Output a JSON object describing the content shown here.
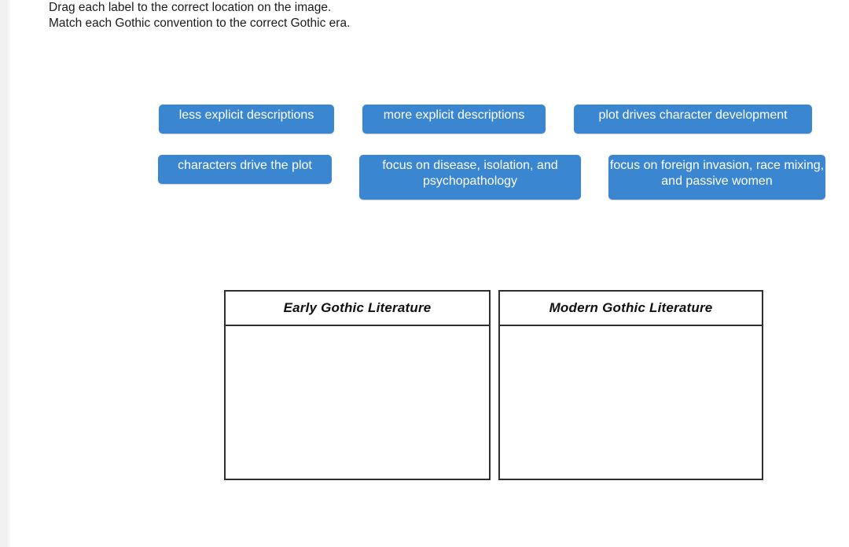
{
  "instructions": {
    "drag": "Drag each label to the correct location on the image.",
    "match": "Match each Gothic convention to the correct Gothic era."
  },
  "colors": {
    "label_blue": "#3a86d0",
    "label_text": "#ffffff",
    "box_border": "#2f2f2f",
    "page_background": "#ffffff",
    "instruction_text": "#1b1b1b"
  },
  "labels": [
    {
      "id": "less-explicit",
      "text": "less explicit descriptions"
    },
    {
      "id": "more-explicit",
      "text": "more explicit descriptions"
    },
    {
      "id": "plot-drives",
      "text": "plot drives character development"
    },
    {
      "id": "characters-drive",
      "text": "characters drive the plot"
    },
    {
      "id": "focus-disease",
      "text": "focus on disease, isolation, and psychopathology"
    },
    {
      "id": "focus-foreign",
      "text": "focus on foreign invasion, race mixing, and passive women"
    }
  ],
  "drop_zones": [
    {
      "id": "early",
      "title": "Early Gothic Literature",
      "items": []
    },
    {
      "id": "modern",
      "title": "Modern Gothic Literature",
      "items": []
    }
  ]
}
